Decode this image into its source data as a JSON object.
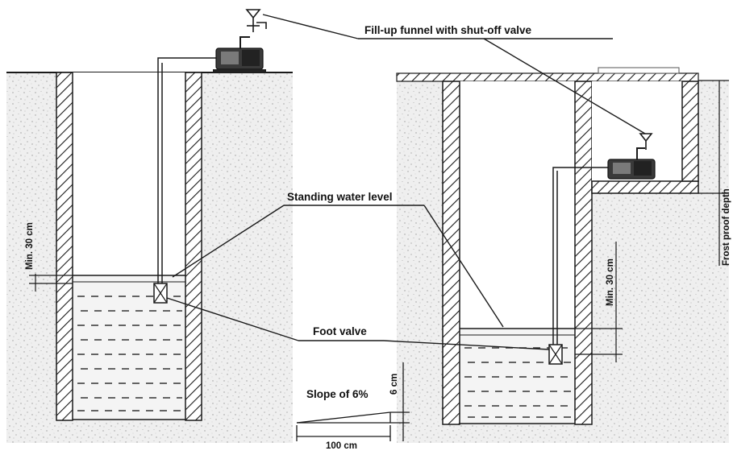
{
  "labels": {
    "funnel": "Fill-up funnel with shut-off valve",
    "standing_water": "Standing water level",
    "foot_valve": "Foot valve",
    "slope": "Slope of 6%",
    "slope_rise": "6 cm",
    "slope_run": "100 cm",
    "min_left": "Min. 30 cm",
    "min_right": "Min. 30 cm",
    "frost": "Frost proof depth"
  },
  "colors": {
    "line": "#1a1a1a",
    "soil_fill": "#efefef",
    "soil_speck": "#9a9a9a",
    "water": "#f4f4f4"
  }
}
